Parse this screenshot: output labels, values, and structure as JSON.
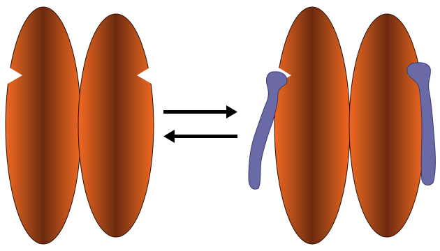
{
  "diagram": {
    "kind": "equilibrium",
    "states": [
      {
        "id": "unbound",
        "subunits": 2,
        "ligands_bound": 0
      },
      {
        "id": "bound",
        "subunits": 2,
        "ligands_bound": 2
      }
    ],
    "arrows": [
      "forward",
      "reverse"
    ],
    "colors": {
      "subunit_dark": "#6b2a0e",
      "subunit_mid": "#b8501a",
      "subunit_light": "#f26722",
      "ligand": "#6a6aa6",
      "arrow": "#000000",
      "background": "#ffffff"
    },
    "labels": []
  }
}
